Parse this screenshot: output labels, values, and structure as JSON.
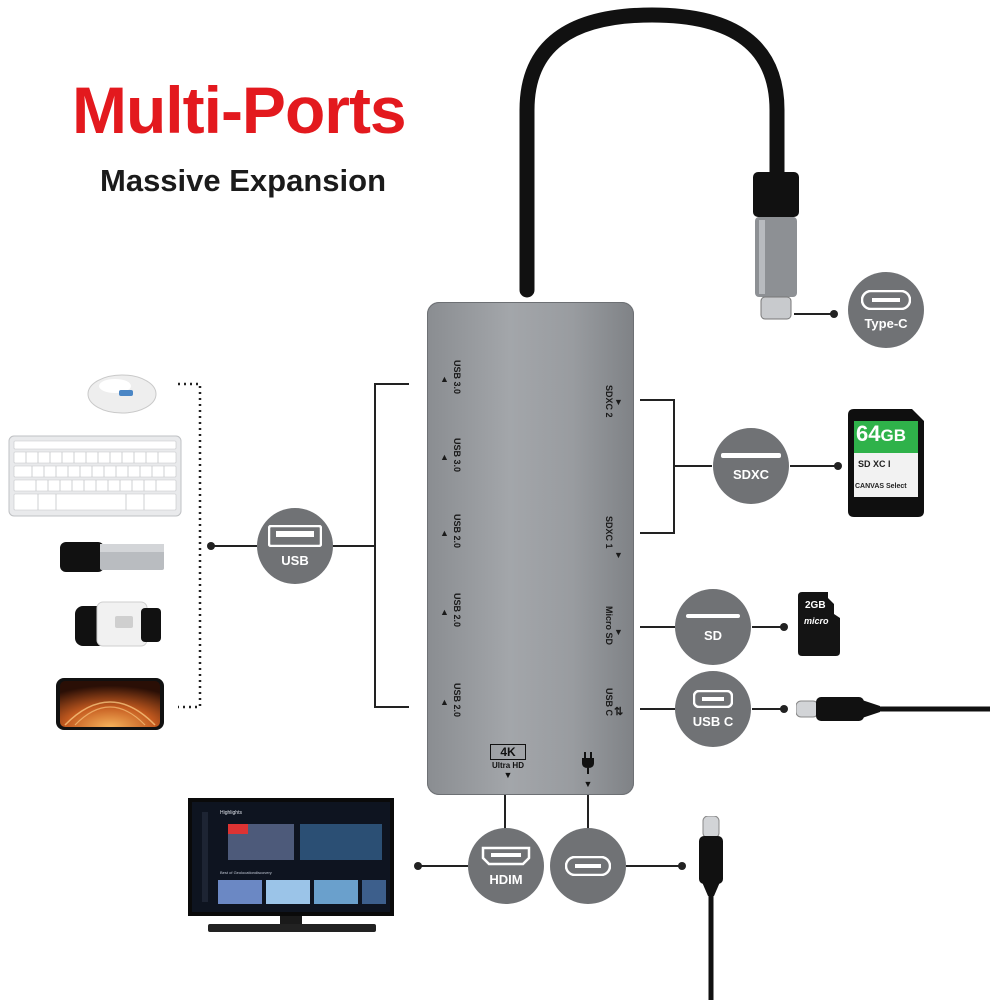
{
  "header": {
    "title": "Multi-Ports",
    "subtitle": "Massive Expansion"
  },
  "hub_ports": {
    "left": [
      "USB 3.0",
      "USB 3.0",
      "USB 2.0",
      "USB 2.0",
      "USB 2.0"
    ],
    "right": [
      "SDXC 2",
      "SDXC 1",
      "Micro SD",
      "USB C"
    ],
    "bottom_4k": "4K",
    "bottom_uhd": "Ultra HD"
  },
  "badges": {
    "usb": "USB",
    "type_c": "Type-C",
    "sdxc": "SDXC",
    "sd": "SD",
    "usb_c": "USB C",
    "hdmi": "HDIM"
  },
  "sd_card": {
    "capacity": "64",
    "unit": "GB",
    "brand": "CANVAS Select",
    "mark": "SD XC I"
  },
  "micro_sd": {
    "capacity": "2GB"
  },
  "tv": {
    "heading": "Highlights",
    "row_label": "Best of Geolocationdiscovery"
  },
  "icons": [
    "mouse-icon",
    "keyboard-icon",
    "usb-flash-drive-icon",
    "card-reader-icon",
    "smartphone-icon",
    "power-plug-icon"
  ],
  "colors": {
    "title_red": "#e3191e",
    "badge_gray": "#707275",
    "hub_gray": "#9a9da1"
  }
}
